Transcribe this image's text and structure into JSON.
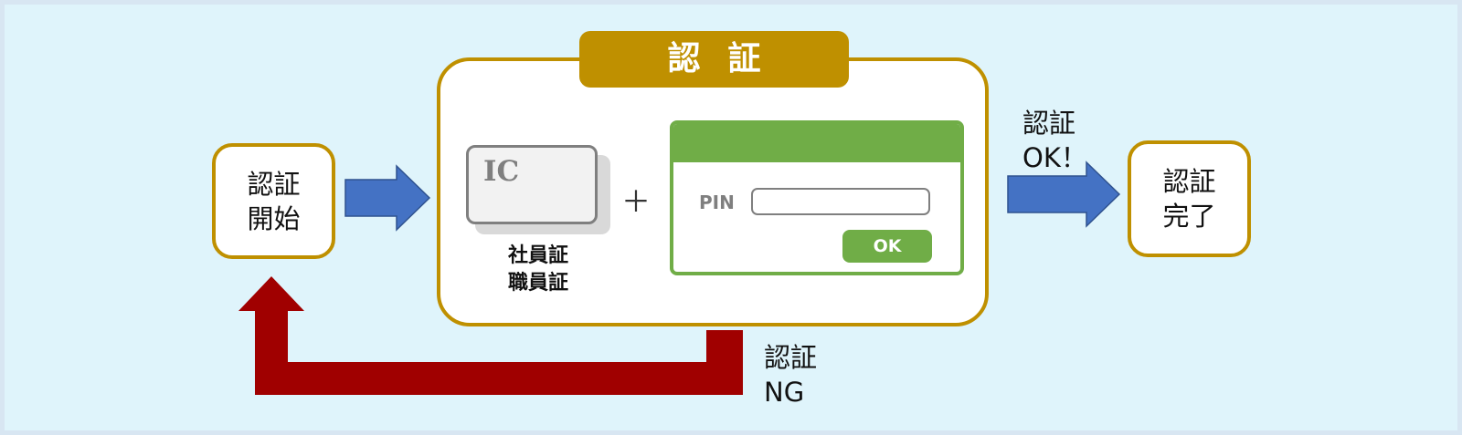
{
  "diagram": {
    "start_node": {
      "line1": "認証",
      "line2": "開始"
    },
    "auth_title": "認証",
    "ic_card": {
      "label": "IC",
      "caption_line1": "社員証",
      "caption_line2": "職員証"
    },
    "plus_sign": "＋",
    "pin_dialog": {
      "field_label": "PIN",
      "ok_label": "OK"
    },
    "ok_edge_label": {
      "line1": "認証",
      "line2": "OK！"
    },
    "end_node": {
      "line1": "認証",
      "line2": "完了"
    },
    "ng_edge_label": {
      "line1": "認証",
      "line2": "NG"
    }
  },
  "colors": {
    "background": "#dff4fb",
    "frame": "#d8e6f2",
    "gold": "#bf9000",
    "success_arrow": "#4472c4",
    "fail_arrow": "#a00000",
    "dialog_green": "#70ad47",
    "card_gray": "#7f7f7f"
  }
}
